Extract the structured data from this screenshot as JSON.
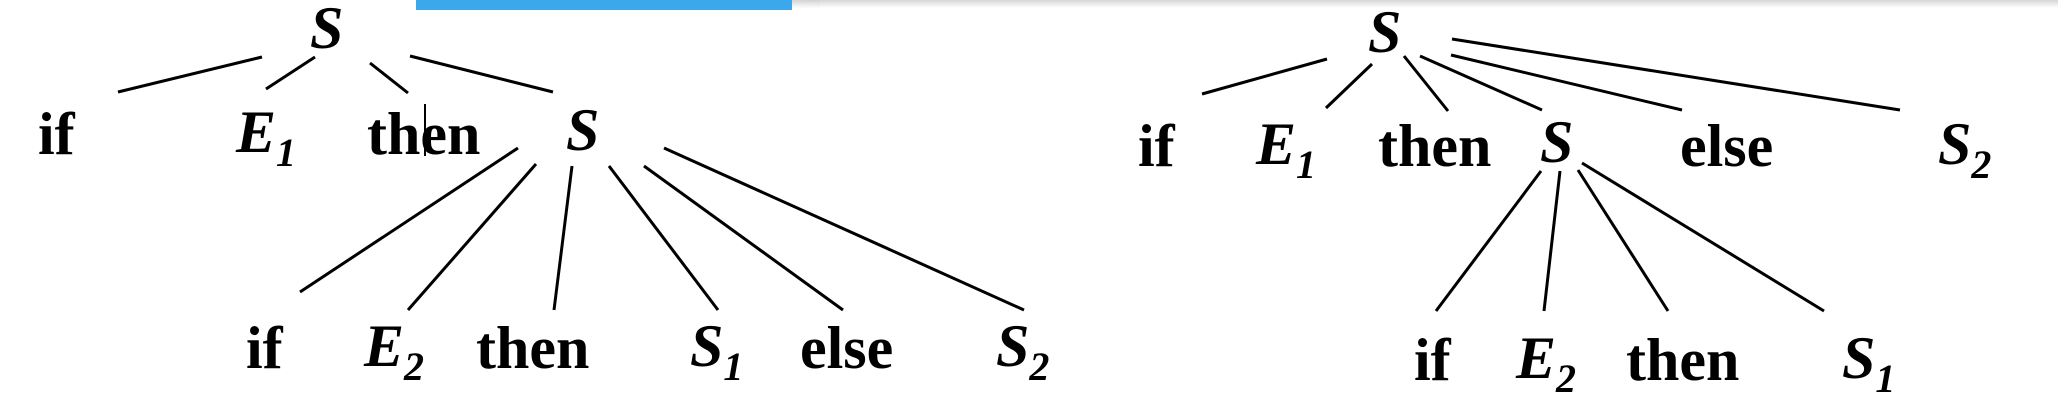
{
  "colors": {
    "selection_bar": "#3aa8ea",
    "ink": "#000000",
    "background": "#ffffff"
  },
  "tree_left": {
    "root": "S",
    "if1": "if",
    "e1": "E",
    "e1_sub": "1",
    "then1_a": "th",
    "then1_b": "en",
    "s_inner": "S",
    "if2": "if",
    "e2": "E",
    "e2_sub": "2",
    "then2": "then",
    "s1": "S",
    "s1_sub": "1",
    "else": "else",
    "s2": "S",
    "s2_sub": "2"
  },
  "tree_right": {
    "root": "S",
    "if1": "if",
    "e1": "E",
    "e1_sub": "1",
    "then1": "then",
    "s_inner": "S",
    "else": "else",
    "s2": "S",
    "s2_sub": "2",
    "if2": "if",
    "e2": "E",
    "e2_sub": "2",
    "then2": "then",
    "s1": "S",
    "s1_sub": "1"
  }
}
